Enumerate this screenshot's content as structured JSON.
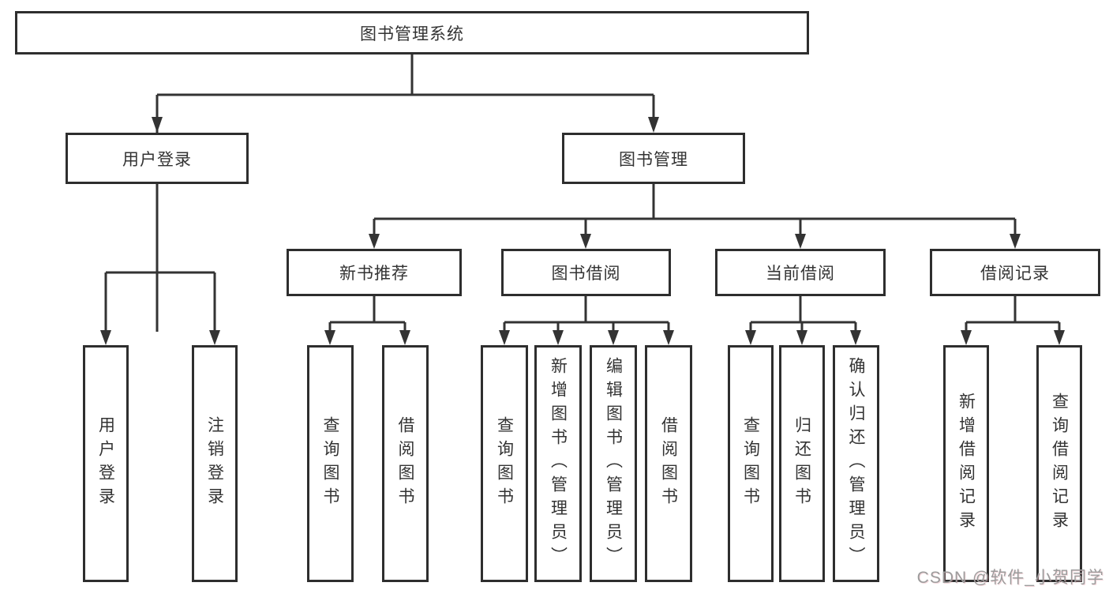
{
  "diagram": {
    "title": "图书管理系统",
    "root": {
      "label": "图书管理系统"
    },
    "level2": [
      {
        "label": "用户登录"
      },
      {
        "label": "图书管理"
      }
    ],
    "level3": [
      {
        "label": "新书推荐"
      },
      {
        "label": "图书借阅"
      },
      {
        "label": "当前借阅"
      },
      {
        "label": "借阅记录"
      }
    ],
    "leaves": [
      {
        "label": "用户登录",
        "parent": "用户登录"
      },
      {
        "label": "注销登录",
        "parent": "用户登录"
      },
      {
        "label": "查询图书",
        "parent": "新书推荐"
      },
      {
        "label": "借阅图书",
        "parent": "新书推荐"
      },
      {
        "label": "查询图书",
        "parent": "图书借阅"
      },
      {
        "label": "新增图书（管理员）",
        "parent": "图书借阅"
      },
      {
        "label": "编辑图书（管理员）",
        "parent": "图书借阅"
      },
      {
        "label": "借阅图书",
        "parent": "图书借阅"
      },
      {
        "label": "查询图书",
        "parent": "当前借阅"
      },
      {
        "label": "归还图书",
        "parent": "当前借阅"
      },
      {
        "label": "确认归还（管理员）",
        "parent": "当前借阅"
      },
      {
        "label": "新增借阅记录",
        "parent": "借阅记录"
      },
      {
        "label": "查询借阅记录",
        "parent": "借阅记录"
      }
    ],
    "watermark": "CSDN @软件_小贺同学",
    "colors": {
      "line": "#333333",
      "box_border": "#2e2e2e",
      "text": "#333333",
      "watermark": "#9c9c9c",
      "background": "#ffffff"
    }
  }
}
